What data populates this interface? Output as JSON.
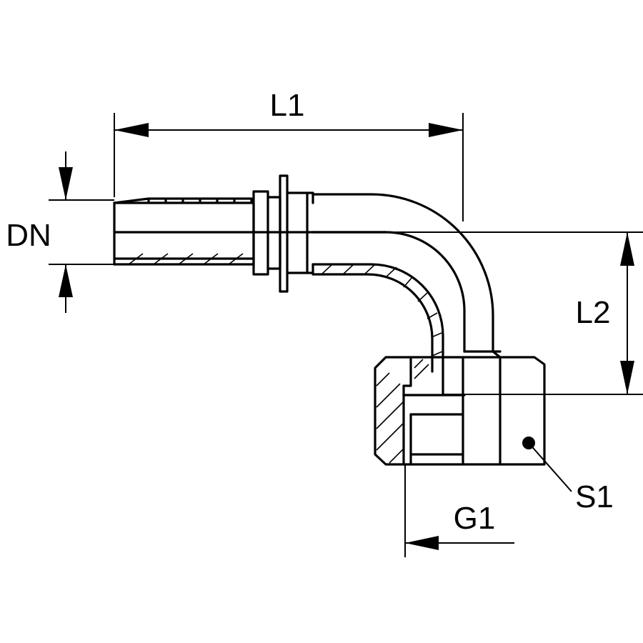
{
  "labels": {
    "l1": "L1",
    "l2": "L2",
    "dn": "DN",
    "g1": "G1",
    "s1": "S1"
  }
}
